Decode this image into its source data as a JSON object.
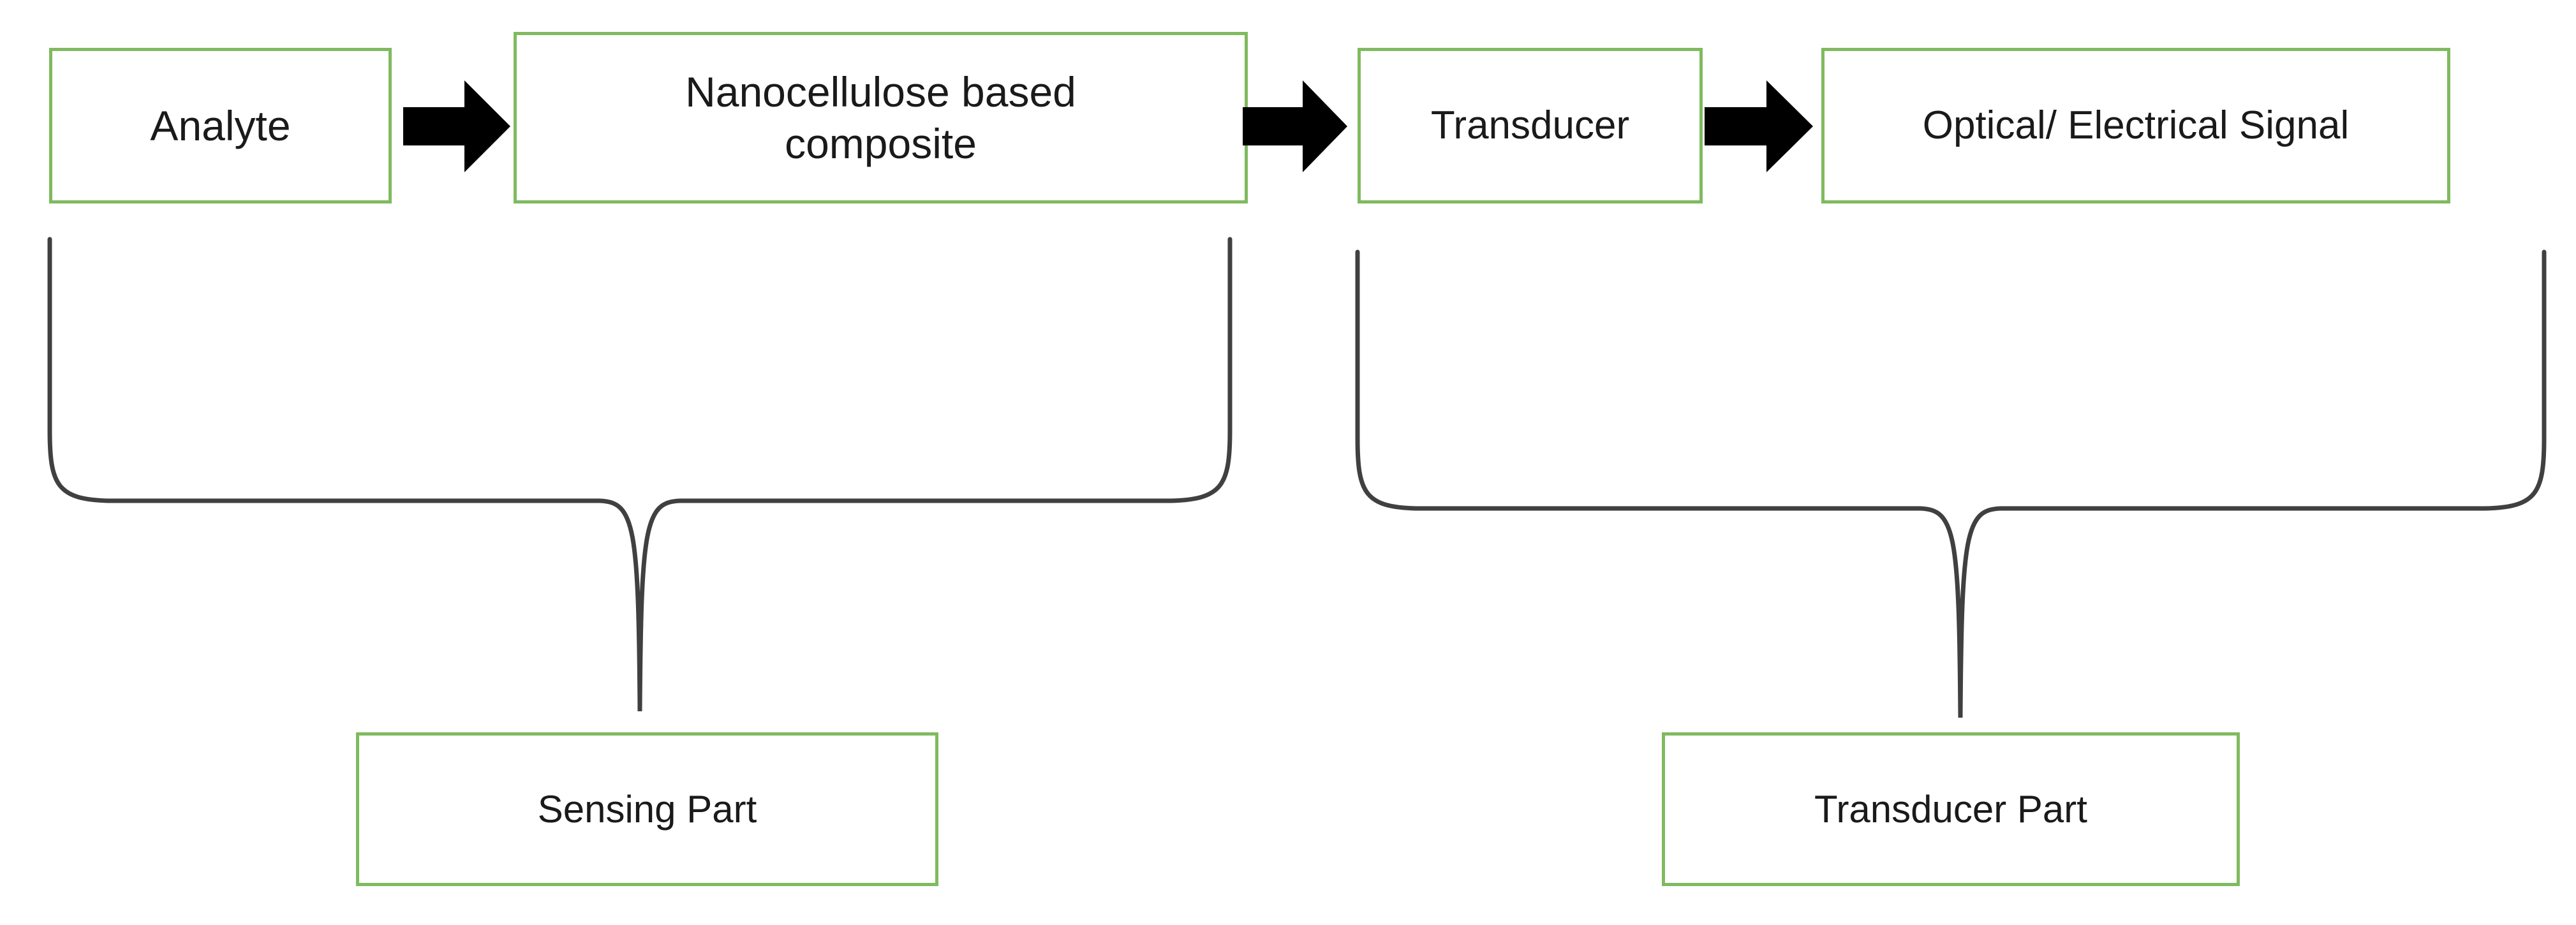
{
  "diagram": {
    "title": "Nanocellulose based biosensor block diagram",
    "accent_color": "#7FBA5F",
    "arrow_color": "#000000",
    "brace_color": "#404040",
    "background_color": "#FFFFFF",
    "flow_boxes": [
      {
        "id": "analyte",
        "label": "Analyte"
      },
      {
        "id": "composite",
        "label": "Nanocellulose based\ncomposite"
      },
      {
        "id": "transducer",
        "label": "Transducer"
      },
      {
        "id": "signal",
        "label": "Optical/ Electrical Signal"
      }
    ],
    "arrows": [
      {
        "id": "arrow-1",
        "icon": "right-block-arrow-icon",
        "from": "analyte",
        "to": "composite"
      },
      {
        "id": "arrow-2",
        "icon": "right-block-arrow-icon",
        "from": "composite",
        "to": "transducer"
      },
      {
        "id": "arrow-3",
        "icon": "right-block-arrow-icon",
        "from": "transducer",
        "to": "signal"
      }
    ],
    "group_boxes": [
      {
        "id": "sensing-part",
        "label": "Sensing Part",
        "groups": [
          "analyte",
          "composite"
        ]
      },
      {
        "id": "transducer-part",
        "label": "Transducer Part",
        "groups": [
          "transducer",
          "signal"
        ]
      }
    ],
    "braces": [
      {
        "id": "brace-sensing",
        "icon": "curly-brace-down-icon",
        "label_for": "sensing-part"
      },
      {
        "id": "brace-transducer",
        "icon": "curly-brace-down-icon",
        "label_for": "transducer-part"
      }
    ]
  }
}
